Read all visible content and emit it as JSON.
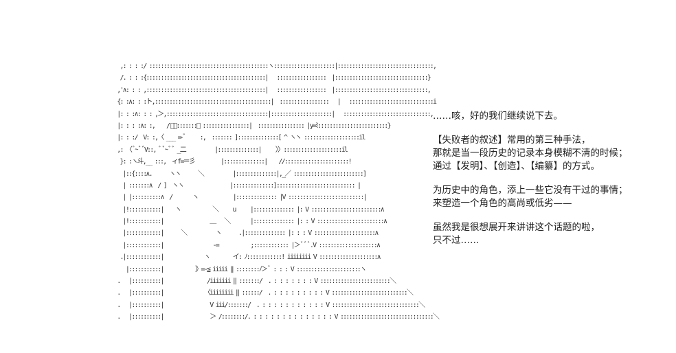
{
  "art_lines": [
    "  ,: : : :/ :::::::::::::::::::::::::::::::::::::::::ヽ:::::::::::::::::::::|:::::::::::::::::::::::::::::::::,",
    "  /. : : :{:::::::::::::::::::::::::::::::::::::::::|   :::::::::::::::::  |::::::::::::::::::::::::::::::::}",
    " ,'∧: : : ,:::::::::::::::::::::::::::::::::::::::::|   :::::::::::::::::  |::::::::::::::::::::::::::::::::,",
    " {: :∧: : :ト,::::::::::::::::::::::::::::::::::::::::|  :::::::::::::::::   |   :::::::::::::::::::::::::::::i",
    " |: : :∧: : : ,＞,:::::::::::::::::::::::::::::::::::|:::::::::::::::::::::|   ::::::::::::::::::::::::::::::,",
    " |: : : :∧: :,    /ﾞ＜:::::::／ ::::::::::::::::|  :::::::::::::::: |y=ﾐ::::::::::::::::::::::::}",
    " |: : :/  V: :,〈 ___ =-ﾞ     :,  ::::::: ]::::::::::::::[ ^ ヽヽ :::::::::::::::::::il",
    " ,: 〈ﾞ~ﾞﾞV::, ﾞ ﾞ~ﾞﾞ _二          |::::::::::::::|     〉〉::::::::::::::::::::il",
    "  }: :ヽ斗,__ :::,  ィf=＝彡         |::::::::::::::|    //::::::::::::::::::::::!",
    "   |::{::::∧.      ヽヽ      ＼          |::::::::::::::|,_／ ::::::::::::::::::::::::]",
    "   | :::::::∧  / ]  ヽヽ                |::::::::::::::]::::::::::::::::::::::::::: |",
    "   | |::::::::::∧  /       ヽ            |:::::::::::::: |V ::::::::::::::::::::::::::|",
    "   |!:::::::::::|    ヽ           ＼     u     |:::::::::::::: |: V ::::::::::::::::::::::::∧",
    "   |!:::::::::::|                ＿   ＼       |:::::::::::::: |: : V :::::::::::::::::::::::∧",
    "   |::::::::::::|      ＼          ヽ      .|:::::::::::::: |: : : V :::::::::::::::::::::∧",
    "   |::::::::::::|                 -=           ;:::::::::::: |＞ﾞﾞﾞ.V ::::::::::::::::::::∧",
    "  .|::::::::::::|              ヽ        イ: ﾉ::::::::::::! iiiiiiii V ::::::::::::::::::::∧",
    "    |:::::::::::|           》=-≦ iiiii ‖ ::::::::ﾉ＞ﾞ : : : V ::::::::::::::::::::::ヽ",
    " .   |::::::::::|               /iiiiiii ‖ :::::::/  . : : : : : : : V ::::::::::::::::::::::::＼",
    " .   |::::::::::|              〈iiiiiiii ‖ ::::::/  . : : : : : : : : : V ::::::::::::::::::::::::::＼",
    " .   |::::::::::|                V iii/:::::::/  . : : : : : : : : : : : V ::::::::::::::::::::::::::::::＼",
    " .   |::::::::::|                ＞ /::::::::/. : : : : : : : : : : : : : : V ::::::::::::::::::::::::::::::::＼"
  ],
  "narration": [
    "……咳，好的我们继续说下去。",
    "",
    "【失败者的叙述】常用的第三种手法，",
    "那就是当一段历史的记录本身模糊不清的时候；",
    "通过【发明】、【创造】、【编纂】的方式。",
    "",
    "为历史中的角色，添上一些它没有干过的事情；",
    "来塑造一个角色的高尚或低劣——",
    "",
    "虽然我是很想展开来讲讲这个话题的啦，",
    "只不过……"
  ]
}
